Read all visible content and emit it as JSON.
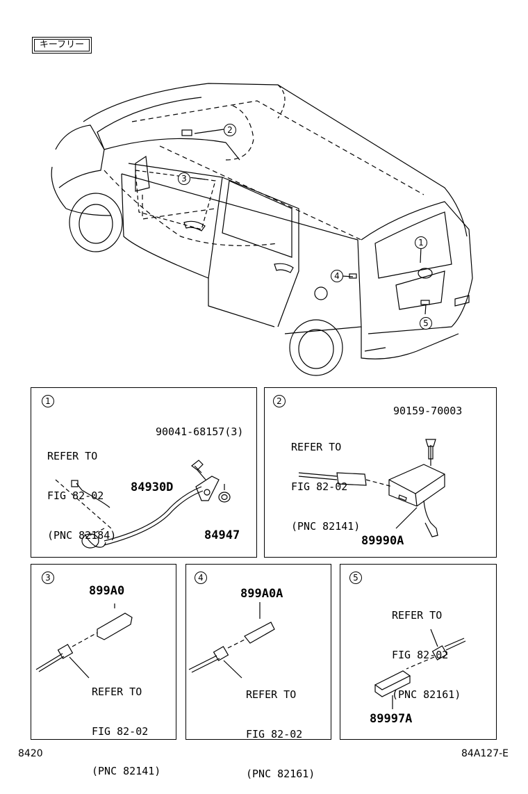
{
  "header_tag": "キーフリー",
  "callouts": [
    "1",
    "2",
    "3",
    "4",
    "5"
  ],
  "panels": {
    "p1": {
      "num": "1",
      "refer": [
        "REFER TO",
        "FIG 82-02",
        "(PNC 82184)"
      ],
      "parts": [
        "90041-68157(3)",
        "84930D",
        "84947"
      ]
    },
    "p2": {
      "num": "2",
      "refer": [
        "REFER TO",
        "FIG 82-02",
        "(PNC 82141)"
      ],
      "parts": [
        "90159-70003",
        "89990A"
      ]
    },
    "p3": {
      "num": "3",
      "refer": [
        "REFER TO",
        "FIG 82-02",
        "(PNC 82141)"
      ],
      "parts": [
        "899A0"
      ]
    },
    "p4": {
      "num": "4",
      "refer": [
        "REFER TO",
        "FIG 82-02",
        "(PNC 82161)"
      ],
      "parts": [
        "899A0A"
      ]
    },
    "p5": {
      "num": "5",
      "refer": [
        "REFER TO",
        "FIG 82-02",
        "(PNC 82161)"
      ],
      "parts": [
        "89997A"
      ]
    }
  },
  "footer": {
    "left": "8420",
    "right": "84A127-E"
  }
}
